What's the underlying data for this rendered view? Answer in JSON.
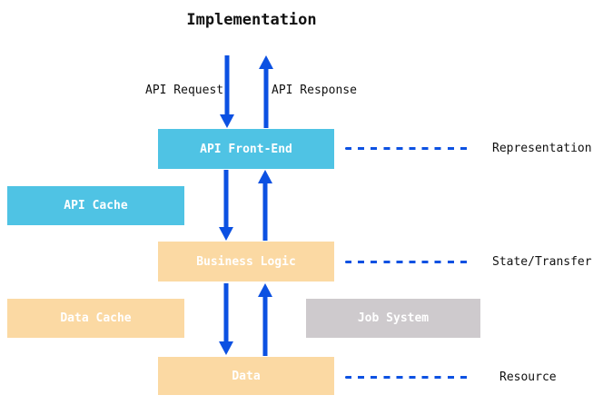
{
  "title": "Implementation",
  "colors": {
    "cyan": "#4FC3E4",
    "peach": "#FBD9A3",
    "gray": "#CECACD",
    "blue": "#0C51E2",
    "text": "#111111",
    "box_text": "#FFFFFF"
  },
  "flow_labels": {
    "request": "API Request",
    "response": "API Response"
  },
  "boxes": {
    "api_front_end": {
      "label": "API Front-End"
    },
    "api_cache": {
      "label": "API Cache"
    },
    "business_logic": {
      "label": "Business Logic"
    },
    "data_cache": {
      "label": "Data Cache"
    },
    "job_system": {
      "label": "Job System"
    },
    "data": {
      "label": "Data"
    }
  },
  "layer_labels": {
    "representation": "Representation",
    "state_transfer": "State/Transfer",
    "resource": "Resource"
  }
}
